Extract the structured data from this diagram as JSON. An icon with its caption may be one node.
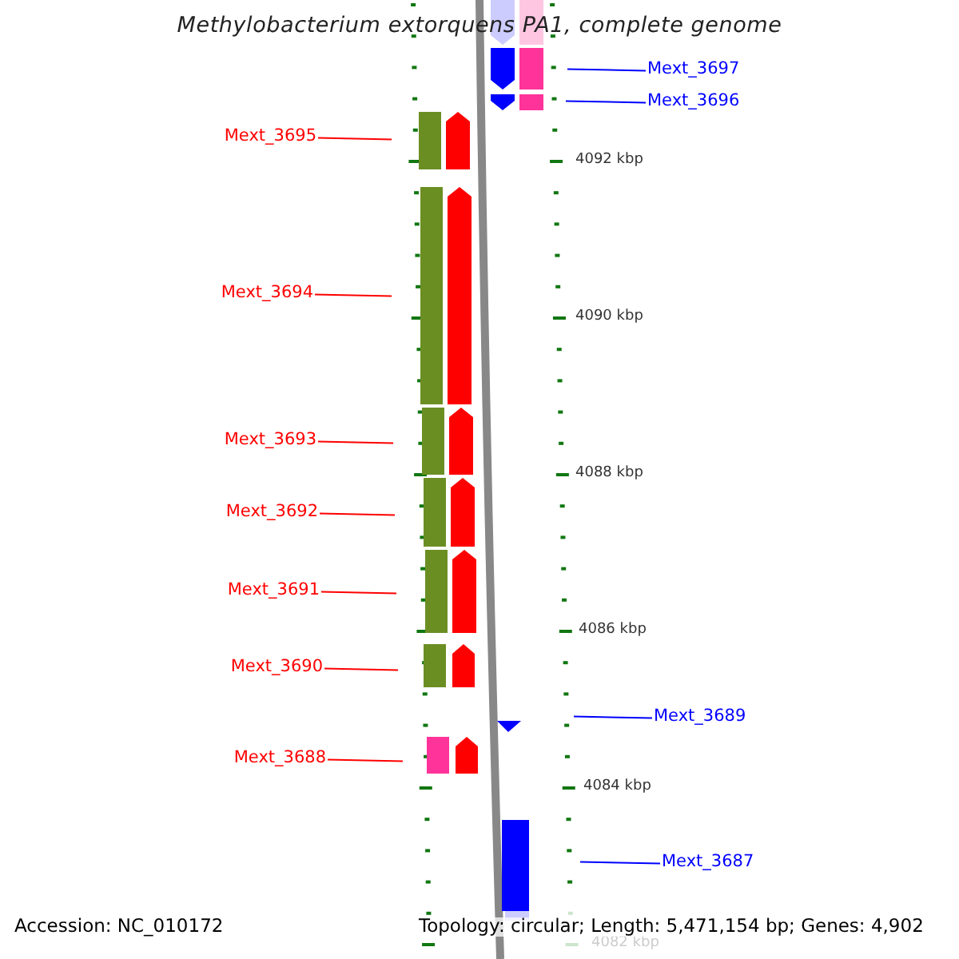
{
  "diagram": {
    "title": "Methylobacterium extorquens PA1, complete genome",
    "nodes": [
      {
        "text": [
          "Mext_3697"
        ]
      },
      {
        "text": [
          "Mext_3696"
        ]
      },
      {
        "text": [
          "Mext_3695"
        ]
      },
      {
        "text": [
          "Mext_3694"
        ]
      },
      {
        "text": [
          "Mext_3693"
        ]
      },
      {
        "text": [
          "Mext_3692"
        ]
      },
      {
        "text": [
          "Mext_3691"
        ]
      },
      {
        "text": [
          "Mext_3690"
        ]
      },
      {
        "text": [
          "Mext_3689"
        ]
      },
      {
        "text": [
          "Mext_3688"
        ]
      },
      {
        "text": [
          "Mext_3687"
        ]
      }
    ],
    "edges": [
      {
        "from": 0,
        "to": null,
        "arrow": "none",
        "color": "#0000ff"
      },
      {
        "from": 1,
        "to": null,
        "arrow": "none",
        "color": "#0000ff"
      },
      {
        "from": 2,
        "to": null,
        "arrow": "none"
      },
      {
        "from": 3,
        "to": null,
        "arrow": "none"
      },
      {
        "from": 4,
        "to": null,
        "arrow": "none"
      },
      {
        "from": 5,
        "to": null,
        "arrow": "none"
      },
      {
        "from": 6,
        "to": null,
        "arrow": "none"
      },
      {
        "from": 7,
        "to": null,
        "arrow": "none"
      },
      {
        "from": 8,
        "to": null,
        "arrow": "none",
        "color": "#0000ff"
      },
      {
        "from": 9,
        "to": null,
        "arrow": "none"
      },
      {
        "from": 10,
        "to": null,
        "arrow": "none",
        "color": "#0000ff"
      }
    ],
    "labels": [
      "4092 kbp",
      "4090 kbp",
      "4088 kbp",
      "4086 kbp",
      "4084 kbp",
      "4082 kbp",
      "Accession: NC_010172",
      "Topology: circular; Length: 5,471,154 bp; Genes: 4,902"
    ]
  }
}
